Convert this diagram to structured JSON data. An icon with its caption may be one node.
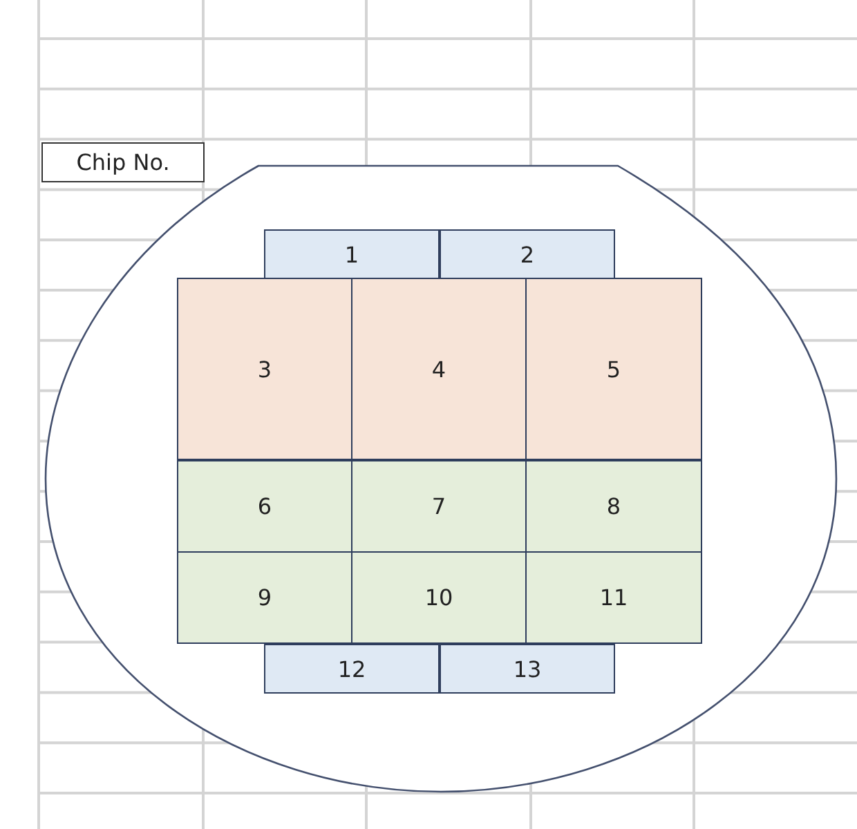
{
  "diagram": {
    "nodes": [
      {
        "text": [
          "Chip No."
        ]
      },
      {
        "text": [],
        "shape": "circle"
      },
      {
        "text": [
          "1"
        ],
        "in": 1
      },
      {
        "text": [
          "2"
        ],
        "in": 1
      },
      {
        "text": [
          "3"
        ],
        "in": 1
      },
      {
        "text": [
          "4"
        ],
        "in": 1
      },
      {
        "text": [
          "5"
        ],
        "in": 1
      },
      {
        "text": [
          "6"
        ],
        "in": 1
      },
      {
        "text": [
          "7"
        ],
        "in": 1
      },
      {
        "text": [
          "8"
        ],
        "in": 1
      },
      {
        "text": [
          "9"
        ],
        "in": 1
      },
      {
        "text": [
          "10"
        ],
        "in": 1
      },
      {
        "text": [
          "11"
        ],
        "in": 1
      },
      {
        "text": [
          "12"
        ],
        "in": 1
      },
      {
        "text": [
          "13"
        ],
        "in": 1
      }
    ],
    "edges": []
  }
}
